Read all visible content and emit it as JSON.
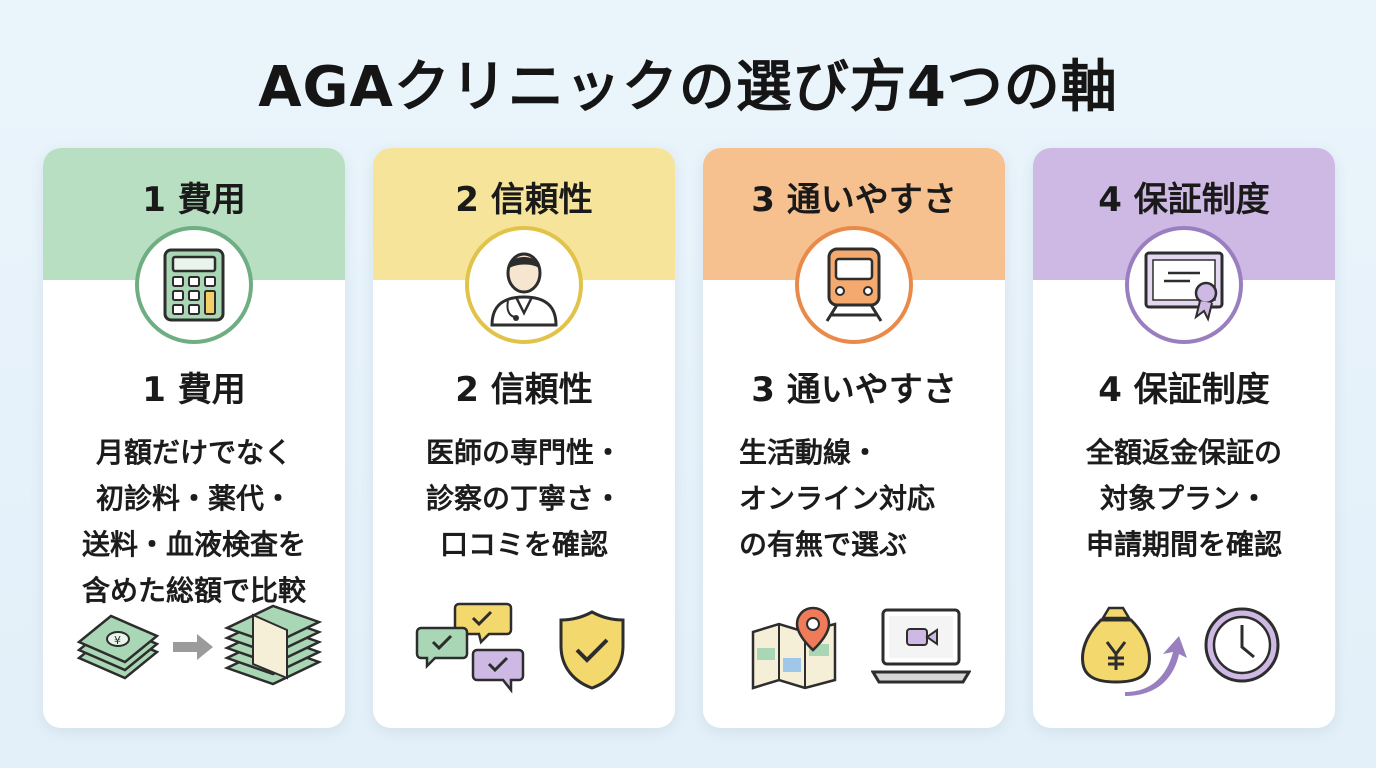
{
  "title": "AGAクリニックの選び方4つの軸",
  "cards": [
    {
      "header": "1 費用",
      "heading": "1 費用",
      "description": "月額だけでなく\n初診料・薬代・\n送料・血液検査を\n含めた総額で比較",
      "header_color": "#b9dfc2",
      "accent_color": "#6fae82",
      "main_icon": "calculator-icon",
      "bottom_icons": [
        "money-bills-icon",
        "arrow-right-icon",
        "money-stack-icon"
      ]
    },
    {
      "header": "2 信頼性",
      "heading": "2 信頼性",
      "description": "医師の専門性・\n診察の丁寧さ・\n口コミを確認",
      "header_color": "#f5e49a",
      "accent_color": "#e2c34a",
      "main_icon": "doctor-icon",
      "bottom_icons": [
        "chat-bubbles-icon",
        "shield-check-icon"
      ]
    },
    {
      "header": "3 通いやすさ",
      "heading": "3 通いやすさ",
      "description": "生活動線・\nオンライン対応\nの有無で選ぶ",
      "header_color": "#f7c08f",
      "accent_color": "#e98a4a",
      "main_icon": "train-icon",
      "bottom_icons": [
        "map-pin-icon",
        "laptop-video-icon"
      ]
    },
    {
      "header": "4 保証制度",
      "heading": "4 保証制度",
      "description": "全額返金保証の\n対象プラン・\n申請期間を確認",
      "header_color": "#cdb9e3",
      "accent_color": "#9a7fc0",
      "main_icon": "certificate-icon",
      "bottom_icons": [
        "money-bag-yen-icon",
        "return-arrow-icon",
        "clock-icon"
      ]
    }
  ]
}
